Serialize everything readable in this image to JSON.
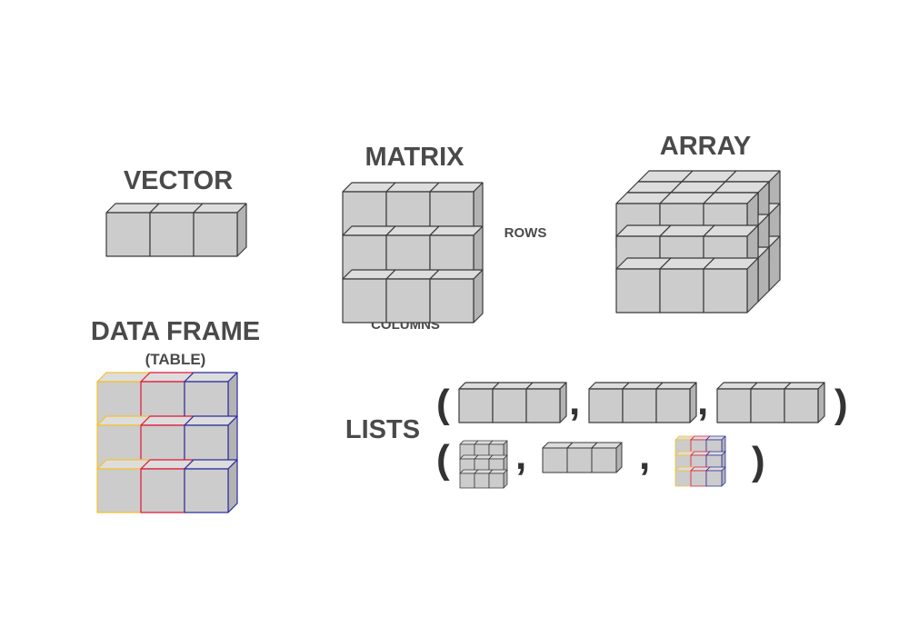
{
  "labels": {
    "vector": "VECTOR",
    "matrix": "MATRIX",
    "array": "ARRAY",
    "data_frame": "DATA FRAME",
    "table": "(TABLE)",
    "rows": "ROWS",
    "columns": "COLUMNS",
    "lists": "LISTS"
  },
  "punctuation": {
    "comma": ",",
    "open_bracket": "(",
    "close_bracket": ")"
  },
  "colors": {
    "cube_face": "#cccccc",
    "cube_top": "#dddddd",
    "cube_side": "#b3b3b3",
    "cube_edge": "#3a3a3a",
    "frame_col1": "#f2c12e",
    "frame_col2": "#e0163b",
    "frame_col3": "#2b2f9e",
    "text": "#4a4a4a"
  }
}
